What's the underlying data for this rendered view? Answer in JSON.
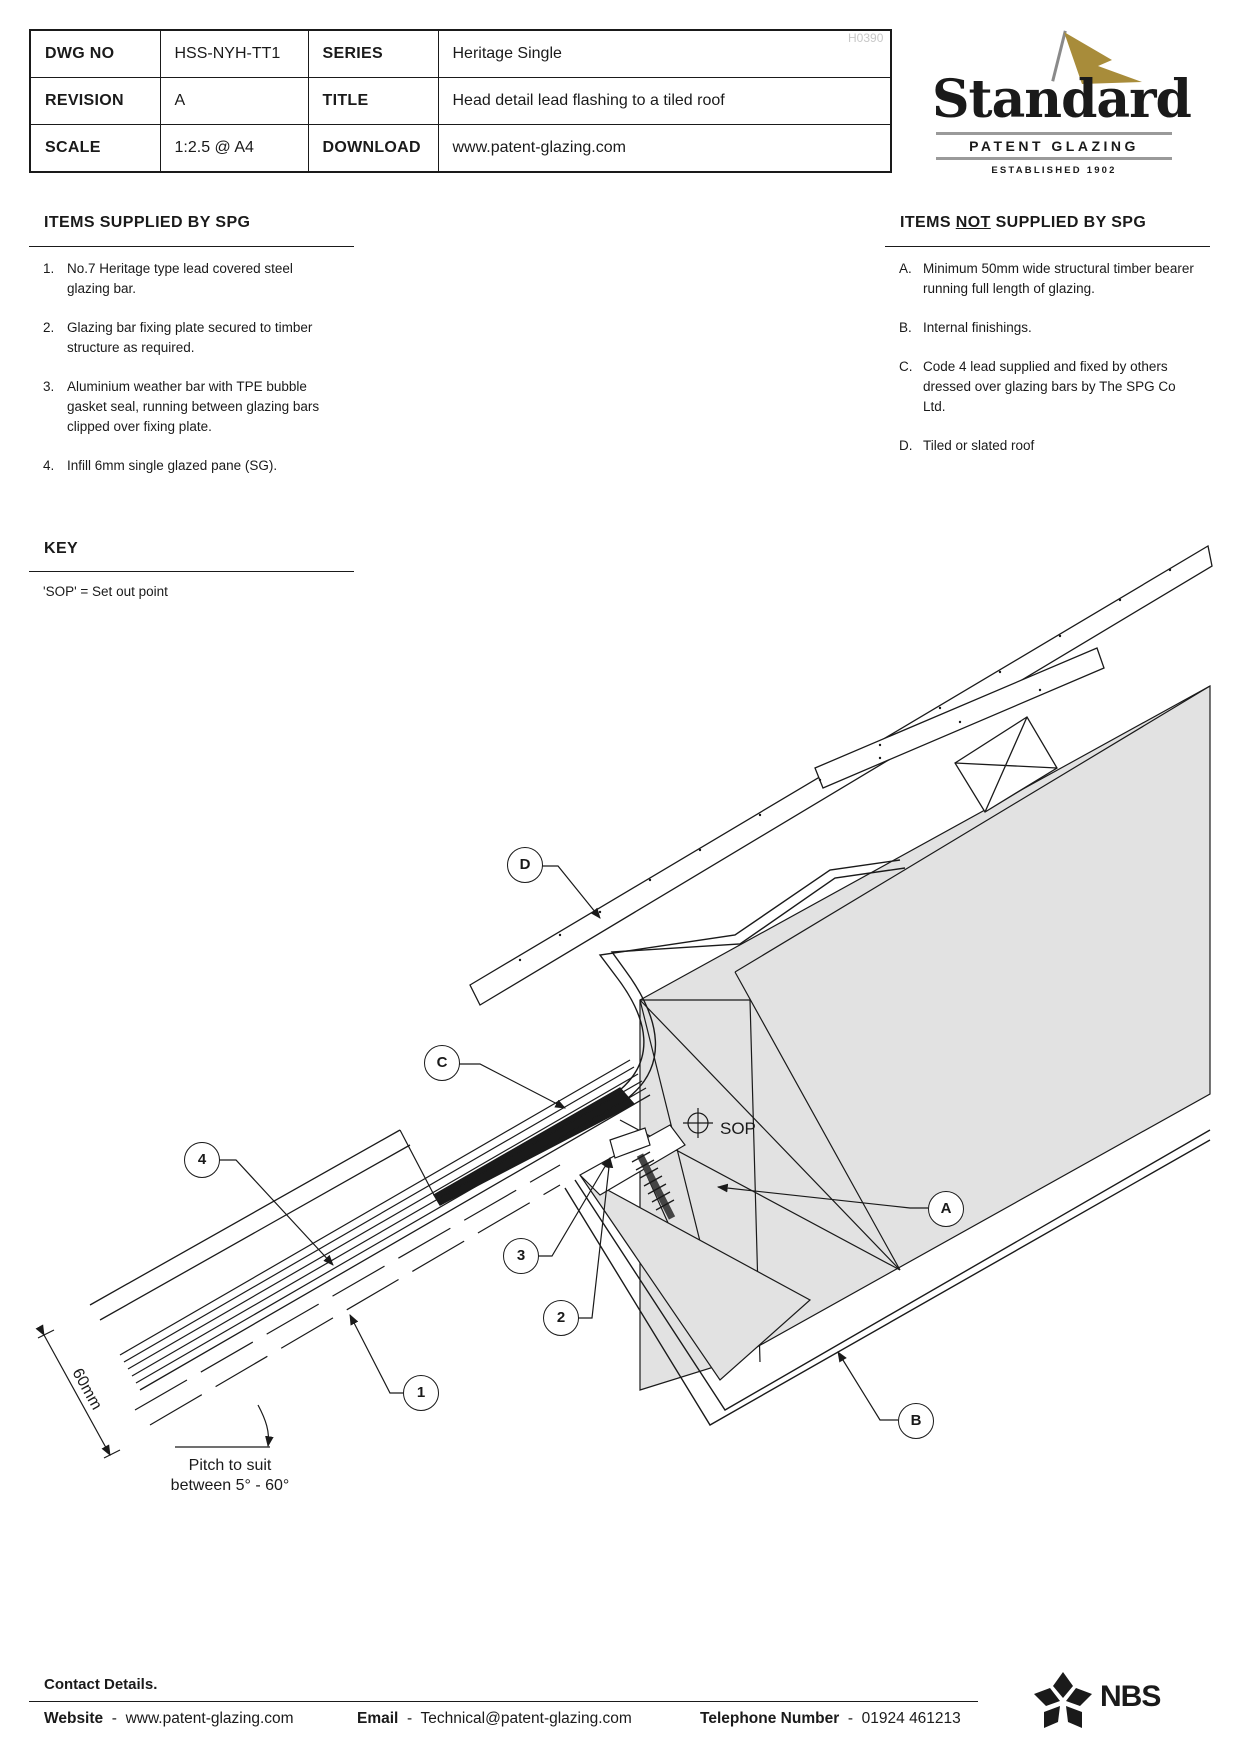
{
  "title_block": {
    "dwg_no_label": "DWG NO",
    "dwg_no": "HSS-NYH-TT1",
    "series_label": "SERIES",
    "series": "Heritage Single",
    "revision_label": "REVISION",
    "revision": "A",
    "title_label": "TITLE",
    "title": "Head detail lead flashing to a tiled roof",
    "scale_label": "SCALE",
    "scale": "1:2.5 @ A4",
    "download_label": "DOWNLOAD",
    "download": "www.patent-glazing.com",
    "ref_code": "H0390"
  },
  "logo": {
    "word": "Standard",
    "sub": "PATENT GLAZING",
    "established": "ESTABLISHED 1902",
    "flag_color": "#a88c3a"
  },
  "supplied": {
    "heading": "ITEMS SUPPLIED BY SPG",
    "items": [
      {
        "mark": "1.",
        "text": "No.7 Heritage type lead covered steel glazing bar."
      },
      {
        "mark": "2.",
        "text": "Glazing bar fixing plate secured to timber structure as required."
      },
      {
        "mark": "3.",
        "text": "Aluminium weather bar with TPE bubble gasket seal, running between glazing bars clipped over fixing plate."
      },
      {
        "mark": "4.",
        "text": "Infill 6mm single glazed pane (SG)."
      }
    ]
  },
  "not_supplied": {
    "heading_pre": "ITEMS ",
    "heading_not": "NOT",
    "heading_post": " SUPPLIED BY SPG",
    "items": [
      {
        "mark": "A.",
        "text": "Minimum 50mm wide structural timber bearer running full length of glazing."
      },
      {
        "mark": "B.",
        "text": "Internal finishings."
      },
      {
        "mark": "C.",
        "text": "Code 4 lead supplied and fixed by others dressed over glazing bars by The SPG Co Ltd."
      },
      {
        "mark": "D.",
        "text": "Tiled or slated roof"
      }
    ]
  },
  "key": {
    "heading": "KEY",
    "text": "'SOP' = Set out point"
  },
  "drawing": {
    "callouts": [
      "D",
      "C",
      "4",
      "3",
      "2",
      "1",
      "A",
      "B"
    ],
    "sop_label": "SOP",
    "dimension_label": "60mm",
    "pitch_line1": "Pitch to suit",
    "pitch_line2": "between 5° - 60°"
  },
  "contact": {
    "heading": "Contact Details.",
    "website_label": "Website",
    "website": "www.patent-glazing.com",
    "email_label": "Email",
    "email": "Technical@patent-glazing.com",
    "phone_label": "Telephone Number",
    "phone": "01924 461213",
    "separator": "-"
  },
  "nbs": {
    "text": "NBS"
  }
}
